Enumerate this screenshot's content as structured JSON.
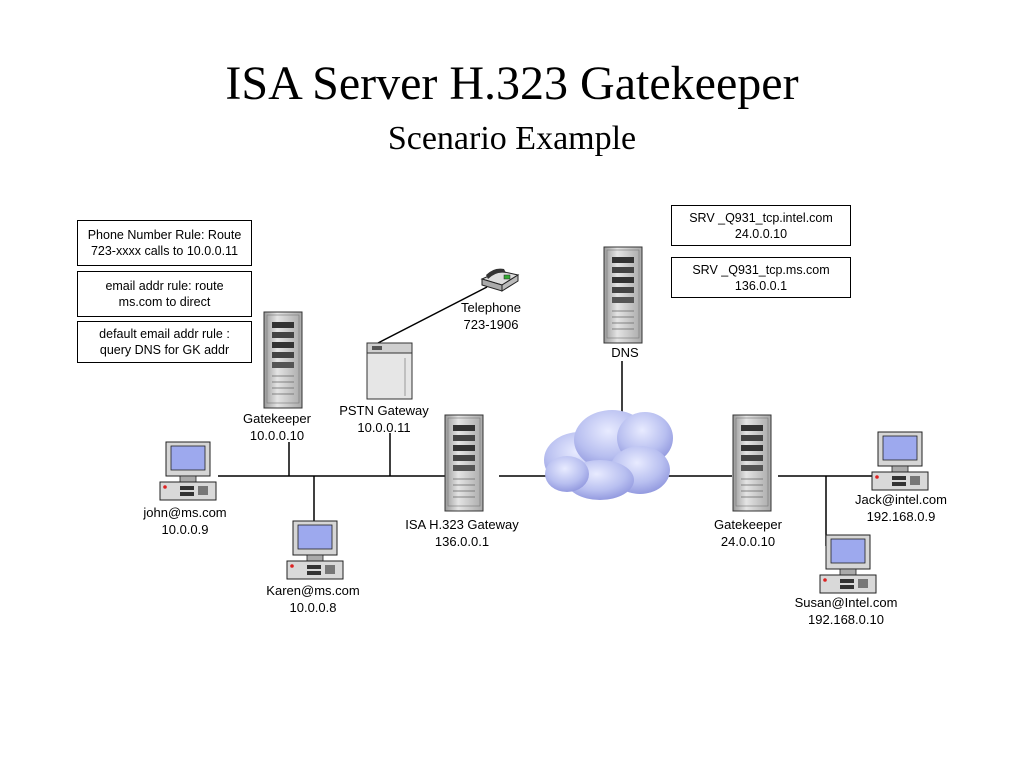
{
  "title": "ISA Server H.323 Gatekeeper",
  "subtitle": "Scenario Example",
  "rule_boxes": [
    {
      "line1": "Phone Number Rule: Route",
      "line2": "723-xxxx calls to 10.0.0.11"
    },
    {
      "line1": "email addr rule:  route",
      "line2": "ms.com to direct"
    },
    {
      "line1": "default email addr rule :",
      "line2": "query DNS for GK addr"
    }
  ],
  "srv_boxes": [
    {
      "line1": "SRV _Q931_tcp.intel.com",
      "line2": "24.0.0.10"
    },
    {
      "line1": "SRV _Q931_tcp.ms.com",
      "line2": "136.0.0.1"
    }
  ],
  "nodes": {
    "telephone": {
      "name": "Telephone",
      "addr": "723-1906"
    },
    "dns": {
      "name": "DNS"
    },
    "gatekeeper_left": {
      "name": "Gatekeeper",
      "addr": "10.0.0.10"
    },
    "pstn_gateway": {
      "name": "PSTN Gateway",
      "addr": "10.0.0.11"
    },
    "isa_gateway": {
      "name": "ISA H.323 Gateway",
      "addr": "136.0.0.1"
    },
    "gatekeeper_right": {
      "name": "Gatekeeper",
      "addr": "24.0.0.10"
    },
    "john": {
      "name": "john@ms.com",
      "addr": "10.0.0.9"
    },
    "karen": {
      "name": "Karen@ms.com",
      "addr": "10.0.0.8"
    },
    "jack": {
      "name": "Jack@intel.com",
      "addr": "192.168.0.9"
    },
    "susan": {
      "name": "Susan@Intel.com",
      "addr": "192.168.0.10"
    }
  },
  "icons": [
    "server-icon",
    "pstn-gateway-icon",
    "telephone-icon",
    "computer-icon",
    "cloud-icon"
  ],
  "colors": {
    "cloud": "#b8bff0",
    "cloud_shade": "#8c93dc",
    "server": "#c8c8c8",
    "screen": "#9da9ee",
    "line": "#000000"
  }
}
